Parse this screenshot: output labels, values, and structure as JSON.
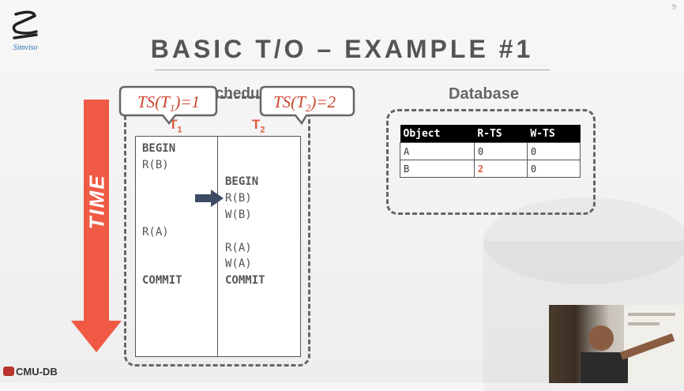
{
  "page_number": "9",
  "logo_text": "Simviso",
  "title": "BASIC T/O – EXAMPLE #1",
  "time_label": "TIME",
  "schedule": {
    "label": "Schedule",
    "callouts": {
      "t1_ts": "TS(T1)=1",
      "t2_ts": "TS(T2)=2"
    },
    "t1_header": "T1",
    "t2_header": "T2",
    "t1_ops": [
      {
        "text": "BEGIN",
        "bold": true
      },
      {
        "text": "R(B)",
        "bold": false
      },
      {
        "text": "R(A)",
        "bold": false
      },
      {
        "text": "COMMIT",
        "bold": true
      }
    ],
    "t2_ops": [
      {
        "text": "BEGIN",
        "bold": true
      },
      {
        "text": "R(B)",
        "bold": false
      },
      {
        "text": "W(B)",
        "bold": false
      },
      {
        "text": "R(A)",
        "bold": false
      },
      {
        "text": "W(A)",
        "bold": false
      },
      {
        "text": "COMMIT",
        "bold": true
      }
    ]
  },
  "database": {
    "title": "Database",
    "columns": [
      "Object",
      "R-TS",
      "W-TS"
    ],
    "rows": [
      [
        "A",
        "0",
        "0"
      ],
      [
        "B",
        "2",
        "0"
      ]
    ]
  },
  "footer": {
    "brand": "CMU-DB"
  },
  "colors": {
    "accent": "#e05a3d",
    "frame": "#666666",
    "arrow": "#f05a45",
    "pointer": "#3d4a63"
  }
}
